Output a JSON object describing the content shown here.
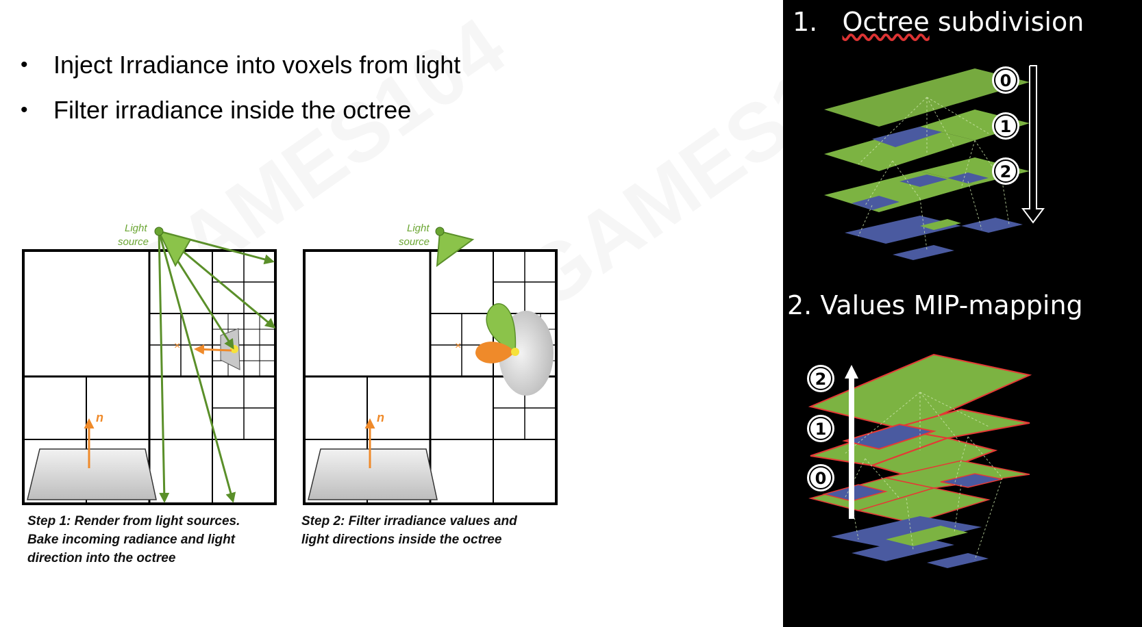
{
  "bullets": [
    {
      "marker": "•",
      "text": "Inject Irradiance into voxels from light"
    },
    {
      "marker": "•",
      "text": "Filter irradiance inside the octree"
    }
  ],
  "watermark": {
    "text": "GAMES104"
  },
  "diagrams": {
    "step1": {
      "light_label_1": "Light",
      "light_label_2": "source",
      "normal_label": "n",
      "caption_lines": [
        "Step 1: Render from light sources.",
        "Bake incoming radiance and light",
        "direction into the octree"
      ]
    },
    "step2": {
      "light_label_1": "Light",
      "light_label_2": "source",
      "normal_label": "n",
      "caption_lines": [
        "Step 2: Filter irradiance values and",
        "light directions inside the octree"
      ]
    }
  },
  "right_panel": {
    "top": {
      "number": "1.",
      "title_word1": "Octree",
      "title_word2": "subdivision",
      "levels": [
        "0",
        "1",
        "2"
      ]
    },
    "bottom": {
      "title": "2. Values MIP-mapping",
      "levels": [
        "2",
        "1",
        "0"
      ]
    },
    "colors": {
      "green": "#7cb342",
      "blue": "#4a5aa0",
      "red": "#e53935",
      "background": "#000000"
    }
  }
}
